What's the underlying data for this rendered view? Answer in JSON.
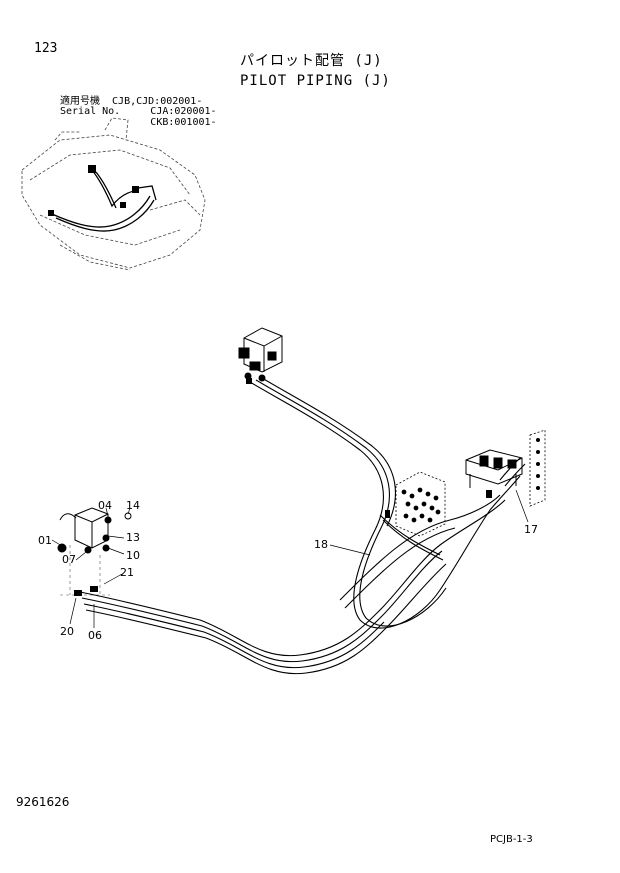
{
  "header": {
    "page_number": "123",
    "title_jp": "パイロット配管 (J)",
    "title_en": "PILOT PIPING (J)",
    "serial": {
      "line1": "適用号機  CJB,CJD:002001-",
      "line2": "Serial No.     CJA:020001-",
      "line3": "               CKB:001001-"
    }
  },
  "callouts": [
    {
      "id": "01",
      "label": "01"
    },
    {
      "id": "04",
      "label": "04"
    },
    {
      "id": "14",
      "label": "14"
    },
    {
      "id": "13",
      "label": "13"
    },
    {
      "id": "07",
      "label": "07"
    },
    {
      "id": "10",
      "label": "10"
    },
    {
      "id": "21",
      "label": "21"
    },
    {
      "id": "20",
      "label": "20"
    },
    {
      "id": "06",
      "label": "06"
    },
    {
      "id": "18",
      "label": "18"
    },
    {
      "id": "17",
      "label": "17"
    }
  ],
  "footer": {
    "drawing_number": "9261626",
    "page_code": "PCJB-1-3"
  }
}
